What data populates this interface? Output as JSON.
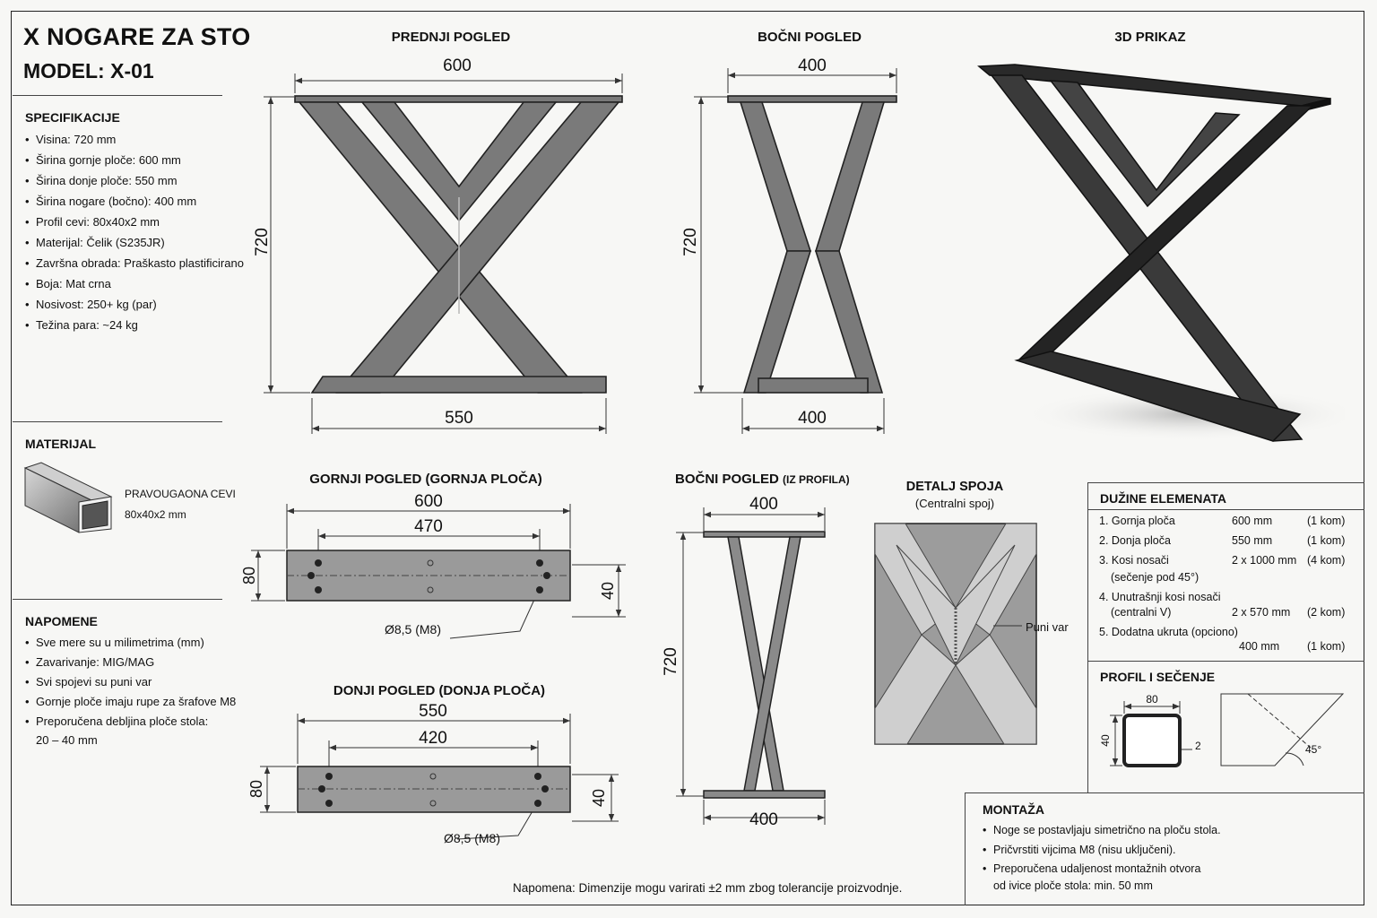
{
  "title": "X NOGARE ZA STO",
  "model": "MODEL: X-01",
  "specs": {
    "heading": "SPECIFIKACIJE",
    "items": [
      "Visina: 720 mm",
      "Širina gornje ploče: 600 mm",
      "Širina donje ploče: 550 mm",
      "Širina nogare (bočno): 400 mm",
      "Profil cevi: 80x40x2 mm",
      "Materijal: Čelik (S235JR)",
      "Završna obrada: Praškasto plastificirano",
      "Boja: Mat crna",
      "Nosivost: 250+ kg (par)",
      "Težina para: ~24 kg"
    ]
  },
  "material": {
    "heading": "MATERIJAL",
    "tube_label": "PRAVOUGAONA CEVI",
    "tube_size": "80x40x2 mm"
  },
  "notes": {
    "heading": "NAPOMENE",
    "items": [
      "Sve mere su u milimetrima (mm)",
      "Zavarivanje: MIG/MAG",
      "Svi spojevi su puni var",
      "Gornje ploče imaju rupe za šrafove M8",
      "Preporučena debljina ploče stola:"
    ],
    "continuation": "20 – 40 mm"
  },
  "views": {
    "front": {
      "title": "PREDNJI POGLED",
      "top": "600",
      "height": "720",
      "bottom": "550"
    },
    "side": {
      "title": "BOČNI POGLED",
      "top": "400",
      "height": "720",
      "bottom": "400"
    },
    "iso": {
      "title": "3D PRIKAZ"
    },
    "top_plate": {
      "title": "GORNJI POGLED (GORNJA PLOČA)",
      "width": "600",
      "holes": "470",
      "depth": "80",
      "inner": "40",
      "hole_label": "Ø8,5 (M8)"
    },
    "bottom_plate": {
      "title": "DONJI POGLED (DONJA PLOČA)",
      "width": "550",
      "holes": "420",
      "depth": "80",
      "inner": "40",
      "hole_label": "Ø8,5 (M8)"
    },
    "side_profile": {
      "title": "BOČNI POGLED",
      "title_small": "(IZ PROFILA)",
      "top": "400",
      "height": "720",
      "bottom": "400"
    },
    "detail": {
      "title": "DETALJ SPOJA",
      "subtitle": "(Centralni spoj)",
      "weld_label": "Puni var"
    }
  },
  "lengths": {
    "heading": "DUŽINE ELEMENATA",
    "rows": [
      {
        "name": "1. Gornja ploča",
        "size": "600 mm",
        "qty": "(1 kom)"
      },
      {
        "name": "2. Donja ploča",
        "size": "550 mm",
        "qty": "(1 kom)"
      },
      {
        "name": "3. Kosi nosači",
        "size": "2 x 1000 mm",
        "qty": "(4 kom)"
      },
      {
        "name": "(sečenje pod 45°)",
        "size": "",
        "qty": ""
      },
      {
        "name": "4. Unutrašnji kosi nosači",
        "size": "",
        "qty": ""
      },
      {
        "name": "(centralni V)",
        "size": "2 x 570 mm",
        "qty": "(2 kom)"
      },
      {
        "name": "5. Dodatna ukruta (opciono)",
        "size": "",
        "qty": ""
      },
      {
        "name": "",
        "size": "400 mm",
        "qty": "(1 kom)"
      }
    ]
  },
  "profile": {
    "heading": "PROFIL I SEČENJE",
    "width": "80",
    "height": "40",
    "wall": "2",
    "angle": "45°"
  },
  "mounting": {
    "heading": "MONTAŽA",
    "items": [
      "Noge se postavljaju simetrično na ploču stola.",
      "Pričvrstiti vijcima M8 (nisu uključeni).",
      "Preporučena udaljenost montažnih otvora"
    ],
    "continuation": "od ivice ploče stola: min. 50 mm"
  },
  "footer_note": "Napomena: Dimenzije mogu varirati ±2 mm zbog tolerancije proizvodnje."
}
